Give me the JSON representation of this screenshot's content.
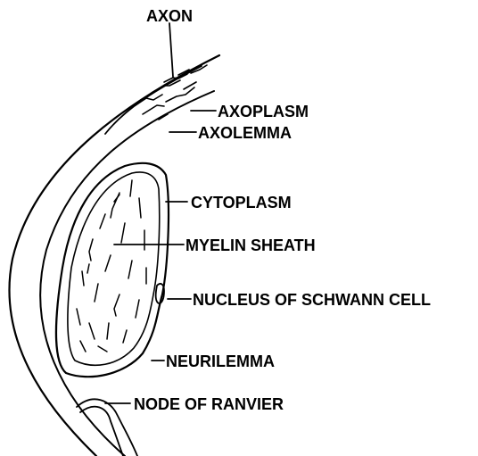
{
  "labels": {
    "axon": "AXON",
    "axoplasm": "AXOPLASM",
    "axolemma": "AXOLEMMA",
    "cytoplasm": "CYTOPLASM",
    "myelin_sheath": "MYELIN SHEATH",
    "nucleus": "NUCLEUS OF SCHWANN CELL",
    "neurilemma": "NEURILEMMA",
    "node_of_ranvier": "NODE OF RANVIER"
  },
  "colors": {
    "ink": "#000000",
    "background": "#ffffff"
  }
}
